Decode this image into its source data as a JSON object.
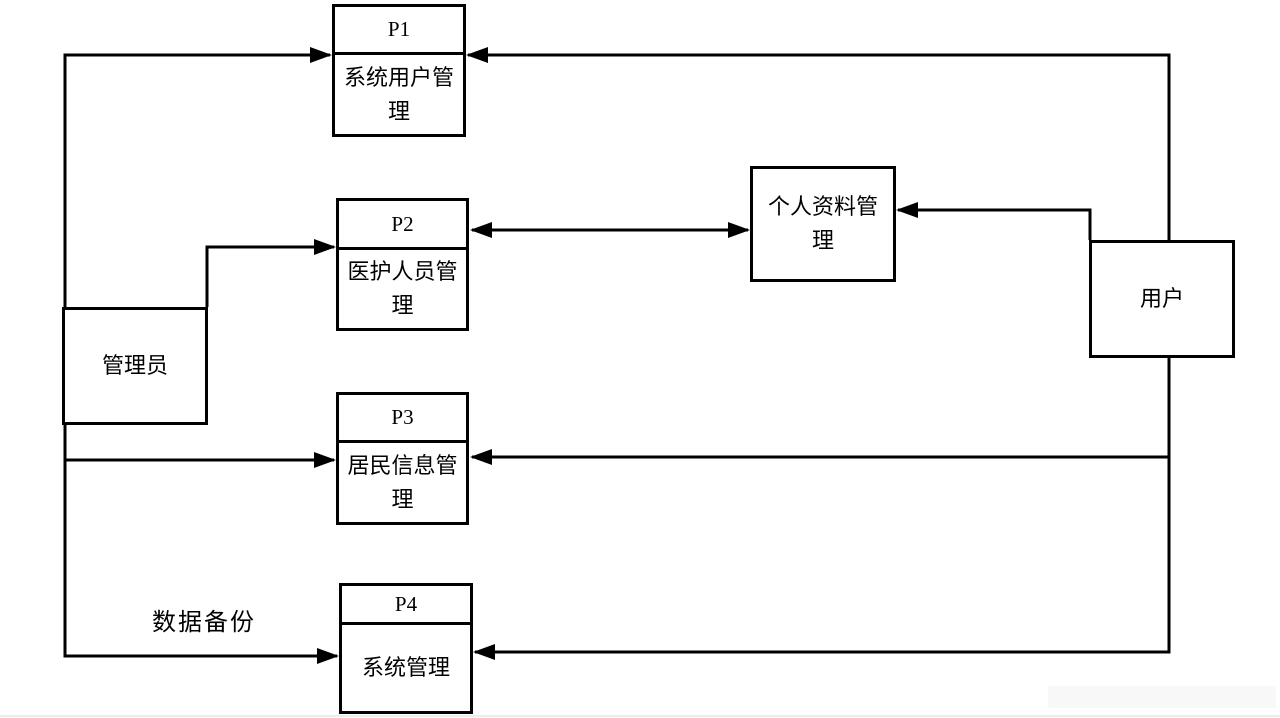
{
  "diagram": {
    "type": "data-flow-diagram",
    "colors": {
      "line": "#000000",
      "background": "#ffffff"
    },
    "processes": [
      {
        "id": "P1",
        "name": "系统用户管理"
      },
      {
        "id": "P2",
        "name": "医护人员管理"
      },
      {
        "id": "P3",
        "name": "居民信息管理"
      },
      {
        "id": "P4",
        "name": "系统管理"
      }
    ],
    "entities": {
      "admin": {
        "name": "管理员"
      },
      "user": {
        "name": "用户"
      },
      "personal_profile": {
        "name": "个人资料管理"
      }
    },
    "flow_labels": {
      "data_backup": "数据备份"
    },
    "edges": [
      {
        "from": "管理员",
        "to": "P1 系统用户管理",
        "direction": "one-way"
      },
      {
        "from": "用户",
        "to": "P1 系统用户管理",
        "direction": "one-way"
      },
      {
        "from": "管理员",
        "to": "P2 医护人员管理",
        "direction": "one-way"
      },
      {
        "from": "P2 医护人员管理",
        "to": "个人资料管理",
        "direction": "two-way"
      },
      {
        "from": "用户",
        "to": "个人资料管理",
        "direction": "one-way"
      },
      {
        "from": "管理员",
        "to": "P3 居民信息管理",
        "direction": "one-way"
      },
      {
        "from": "用户",
        "to": "P3 居民信息管理",
        "direction": "one-way"
      },
      {
        "from": "管理员",
        "to": "P4 系统管理",
        "direction": "one-way",
        "label": "数据备份"
      },
      {
        "from": "用户",
        "to": "P4 系统管理",
        "direction": "one-way"
      }
    ]
  }
}
